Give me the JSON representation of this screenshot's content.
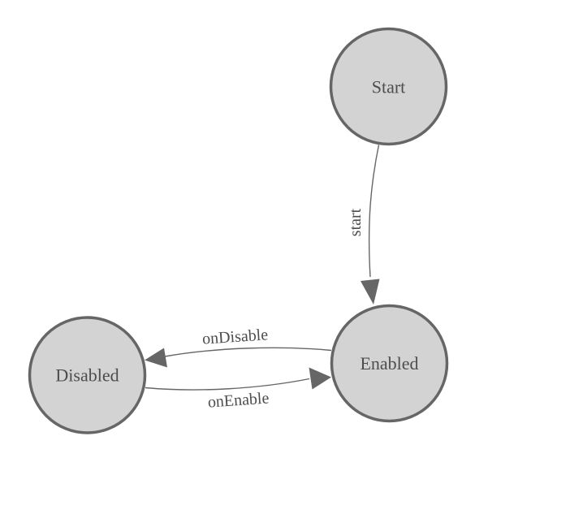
{
  "diagram": {
    "nodes": {
      "start": {
        "label": "Start"
      },
      "enabled": {
        "label": "Enabled"
      },
      "disabled": {
        "label": "Disabled"
      }
    },
    "edges": {
      "start_to_enabled": {
        "label": "start",
        "from": "Start",
        "to": "Enabled"
      },
      "enabled_to_disabled": {
        "label": "onDisable",
        "from": "Enabled",
        "to": "Disabled"
      },
      "disabled_to_enabled": {
        "label": "onEnable",
        "from": "Disabled",
        "to": "Enabled"
      }
    },
    "colors": {
      "background": "#ffffff",
      "node_fill": "#d3d3d3",
      "node_stroke": "#666666",
      "edge_stroke": "#666666",
      "label_color": "#4d4d4d"
    }
  }
}
